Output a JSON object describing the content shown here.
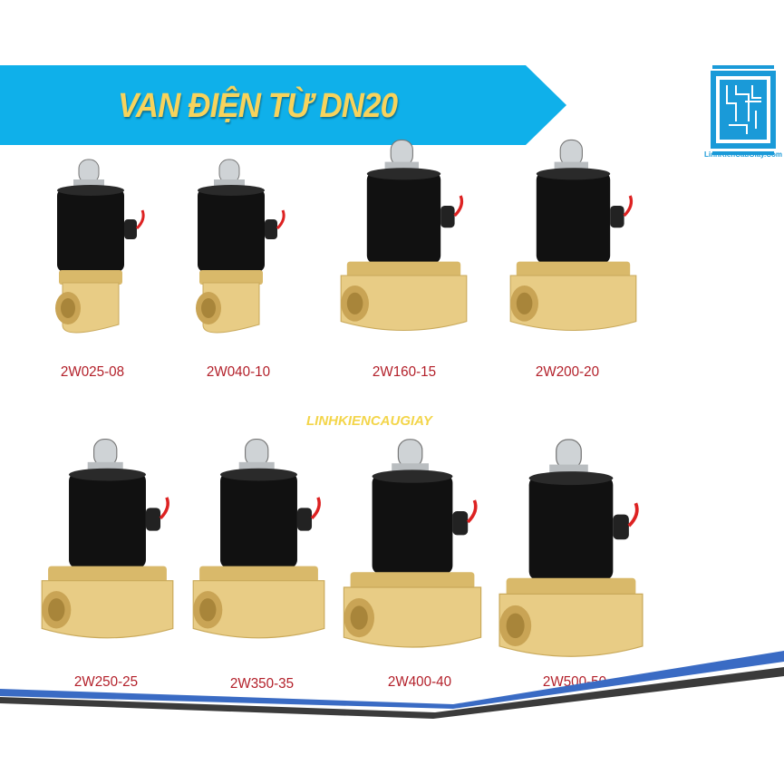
{
  "banner": {
    "title": "VAN ĐIỆN TỪ DN20",
    "color": "#0fb0ea",
    "title_color": "#f7d35c"
  },
  "logo": {
    "text": "LinhKienCauGiay.Com",
    "color": "#1a9ad8"
  },
  "watermark": "LINHKIENCAUGIAY",
  "products": [
    {
      "model": "2W025-08"
    },
    {
      "model": "2W040-10"
    },
    {
      "model": "2W160-15"
    },
    {
      "model": "2W200-20"
    },
    {
      "model": "2W250-25"
    },
    {
      "model": "2W350-35"
    },
    {
      "model": "2W400-40"
    },
    {
      "model": "2W500-50"
    }
  ],
  "colors": {
    "label": "#b3202a",
    "stripe_blue": "#3a6bc4",
    "stripe_dark": "#3b3b3b",
    "brass": "#e8cc85",
    "coil": "#111111"
  }
}
